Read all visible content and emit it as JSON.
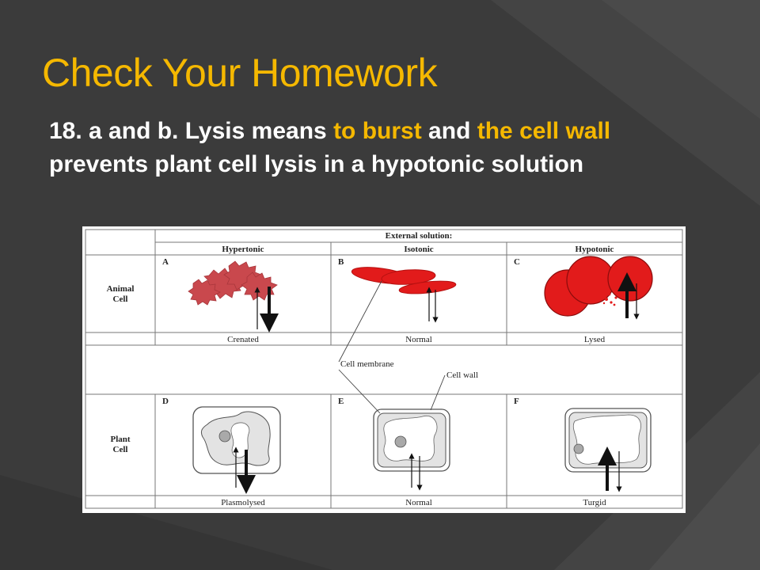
{
  "slide": {
    "title": "Check Your Homework",
    "body": {
      "parts": [
        {
          "text": "18. a and b. Lysis means ",
          "highlight": false
        },
        {
          "text": "to burst",
          "highlight": true
        },
        {
          "text": " and ",
          "highlight": false
        },
        {
          "text": "the cell wall",
          "highlight": true
        },
        {
          "text": " prevents plant cell lysis in a hypotonic solution",
          "highlight": false
        }
      ]
    },
    "colors": {
      "title": "#f5b800",
      "highlight": "#f5b800",
      "text": "#ffffff",
      "background": "#3c3c3c"
    }
  },
  "figure": {
    "header": "External solution:",
    "columns": [
      "Hypertonic",
      "Isotonic",
      "Hypotonic"
    ],
    "rows": [
      {
        "label_line1": "Animal",
        "label_line2": "Cell",
        "cells": [
          {
            "letter": "A",
            "caption": "Crenated"
          },
          {
            "letter": "B",
            "caption": "Normal"
          },
          {
            "letter": "C",
            "caption": "Lysed"
          }
        ]
      },
      {
        "label_line1": "Plant",
        "label_line2": "Cell",
        "cells": [
          {
            "letter": "D",
            "caption": "Plasmolysed"
          },
          {
            "letter": "E",
            "caption": "Normal"
          },
          {
            "letter": "F",
            "caption": "Turgid"
          }
        ]
      }
    ],
    "callouts": {
      "membrane": "Cell membrane",
      "wall": "Cell wall"
    },
    "colors": {
      "red_cell": "#e21b1b",
      "crenated_cell": "#c9484d",
      "plant_cytoplasm": "#e3e3e3",
      "nucleus": "#a9a9a9"
    }
  }
}
